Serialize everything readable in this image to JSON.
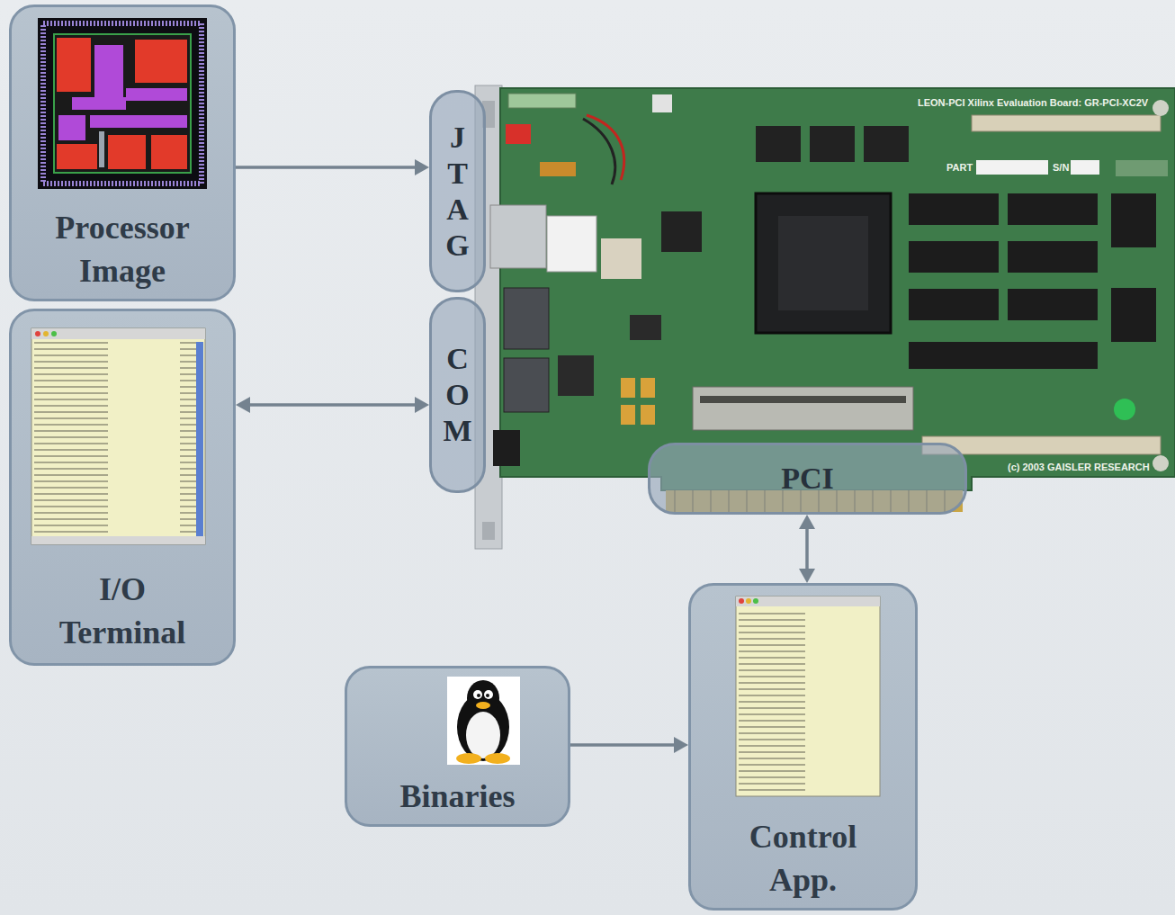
{
  "diagram": {
    "nodes": [
      {
        "text": [
          "Processor Image"
        ]
      },
      {
        "text": [
          "J T A G"
        ]
      },
      {
        "text": [
          "I/O Terminal"
        ]
      },
      {
        "text": [
          "C O M"
        ]
      },
      {
        "text": [
          "PCI"
        ]
      },
      {
        "text": [
          "Binaries"
        ]
      },
      {
        "text": [
          "Control App."
        ]
      }
    ],
    "edges": [
      {
        "from": 0,
        "to": 1,
        "arrow": "to"
      },
      {
        "from": 2,
        "to": 3,
        "arrow": "both"
      },
      {
        "from": 4,
        "to": 6,
        "arrow": "both"
      },
      {
        "from": 5,
        "to": 6,
        "arrow": "to"
      }
    ],
    "labels": [
      "LEON-PCI Xilinx Evaluation Board: GR-PCI-XC2V",
      "PART",
      "S/N",
      "(c) 2003 GAISLER RESEARCH"
    ]
  }
}
